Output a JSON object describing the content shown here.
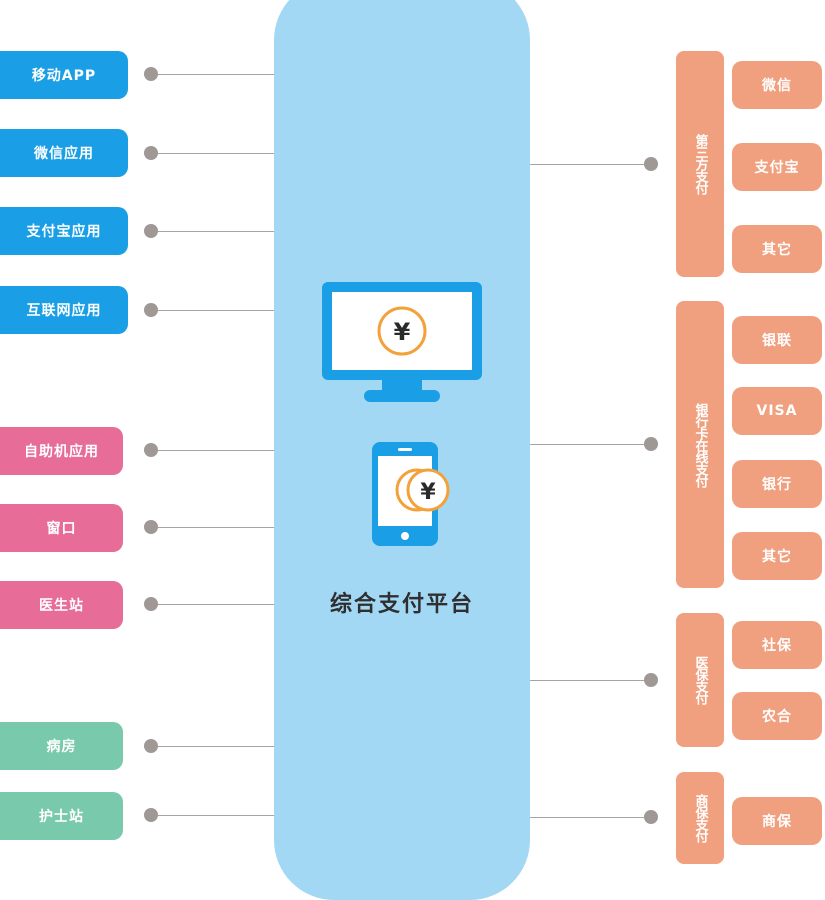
{
  "platform": {
    "title": "综合支付平台"
  },
  "left_apps": {
    "mobile": "移动APP",
    "wechat": "微信应用",
    "alipay": "支付宝应用",
    "internet": "互联网应用",
    "kiosk": "自助机应用",
    "window": "窗口",
    "doctor": "医生站",
    "ward": "病房",
    "nurse": "护士站"
  },
  "categories": {
    "third_party": {
      "label": "第三方支付",
      "items": [
        "微信",
        "支付宝",
        "其它"
      ]
    },
    "bank_card": {
      "label": "银行卡在线支付",
      "items": [
        "银联",
        "VISA",
        "银行",
        "其它"
      ]
    },
    "medical_insurance": {
      "label": "医保支付",
      "items": [
        "社保",
        "农合"
      ]
    },
    "commercial_insurance": {
      "label": "商保支付",
      "items": [
        "商保"
      ]
    }
  },
  "icons": {
    "monitor": "monitor-yen-icon",
    "phone": "phone-yen-icon",
    "currency_symbol": "¥"
  },
  "colors": {
    "platform": "#a3d8f4",
    "blue": "#1a9fe6",
    "pink": "#e76c98",
    "green": "#79c9ad",
    "orange": "#f0a07e",
    "coin": "#f3a13a"
  }
}
